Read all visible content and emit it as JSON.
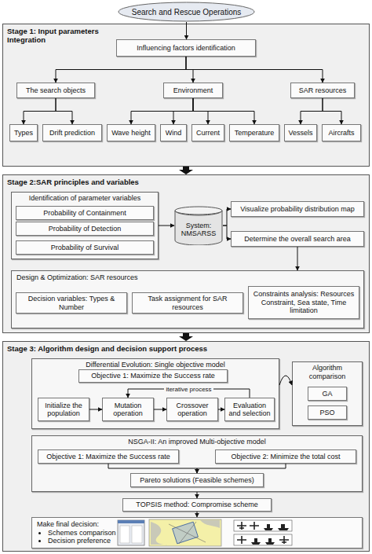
{
  "diagram": {
    "nodes": [
      {
        "text": [
          "Search and Rescue Operations"
        ]
      },
      {
        "text": [
          "Stage 1: Input parameters Integration"
        ]
      },
      {
        "text": [
          "Influencing factors identification"
        ],
        "in": 1
      },
      {
        "text": [
          "The search objects"
        ],
        "in": 1
      },
      {
        "text": [
          "Environment"
        ],
        "in": 1
      },
      {
        "text": [
          "SAR resources"
        ],
        "in": 1
      },
      {
        "text": [
          "Types"
        ],
        "in": 1
      },
      {
        "text": [
          "Drift prediction"
        ],
        "in": 1
      },
      {
        "text": [
          "Wave height"
        ],
        "in": 1
      },
      {
        "text": [
          "Wind"
        ],
        "in": 1
      },
      {
        "text": [
          "Current"
        ],
        "in": 1
      },
      {
        "text": [
          "Temperature"
        ],
        "in": 1
      },
      {
        "text": [
          "Vessels"
        ],
        "in": 1
      },
      {
        "text": [
          "Aircrafts"
        ],
        "in": 1
      },
      {
        "text": [
          "Stage 2:SAR principles and variables"
        ]
      },
      {
        "text": [
          "Identification of parameter variables"
        ],
        "in": 14
      },
      {
        "text": [
          "Probability of Containment"
        ],
        "in": 15
      },
      {
        "text": [
          "Probability of Detection"
        ],
        "in": 15
      },
      {
        "text": [
          "Probability of Survival"
        ],
        "in": 15
      },
      {
        "text": [
          "System: NMSARSS"
        ],
        "in": 14
      },
      {
        "text": [
          "Visualize probability distribution map"
        ],
        "in": 14
      },
      {
        "text": [
          "Determine the overall search area"
        ],
        "in": 14
      },
      {
        "text": [
          "Design & Optimization: SAR resources"
        ],
        "in": 14
      },
      {
        "text": [
          "Decision variables: Types & Number"
        ],
        "in": 22
      },
      {
        "text": [
          "Task assignment for SAR resources"
        ],
        "in": 22
      },
      {
        "text": [
          "Constraints analysis: Resources Constraint, Sea state, Time limitation"
        ],
        "in": 22
      },
      {
        "text": [
          "Stage 3: Algorithm design and decision support process"
        ]
      },
      {
        "text": [
          "Differential Evolution: Single objective model"
        ],
        "in": 26
      },
      {
        "text": [
          "Objective 1: Maximize the Success rate"
        ],
        "in": 27
      },
      {
        "text": [
          "Initialize the population"
        ],
        "in": 27
      },
      {
        "text": [
          "Mutation operation"
        ],
        "in": 27
      },
      {
        "text": [
          "Crossover operation"
        ],
        "in": 27
      },
      {
        "text": [
          "Evaluation and selection"
        ],
        "in": 27
      },
      {
        "text": [
          "Algorithm comparison"
        ],
        "in": 26
      },
      {
        "text": [
          "GA"
        ],
        "in": 33
      },
      {
        "text": [
          "PSO"
        ],
        "in": 33
      },
      {
        "text": [
          "NSGA-II: An improved Multi-objective model"
        ],
        "in": 26
      },
      {
        "text": [
          "Objective 1: Maximize the Success rate"
        ],
        "in": 36
      },
      {
        "text": [
          "Objective 2: Minimize the total cost"
        ],
        "in": 36
      },
      {
        "text": [
          "Pareto solutions (Feasible schemes)"
        ],
        "in": 36
      },
      {
        "text": [
          "TOPSIS method: Compromise scheme"
        ],
        "in": 26
      },
      {
        "text": [
          "Make final decision:",
          "Schemes comparison",
          "Decision preference"
        ],
        "in": 26
      }
    ],
    "edges": [
      {
        "from": 0,
        "to": 2,
        "arrow": "to"
      },
      {
        "from": 2,
        "to": 3,
        "arrow": "to"
      },
      {
        "from": 2,
        "to": 4,
        "arrow": "to"
      },
      {
        "from": 2,
        "to": 5,
        "arrow": "to"
      },
      {
        "from": 3,
        "to": 6,
        "arrow": "to"
      },
      {
        "from": 3,
        "to": 7,
        "arrow": "to"
      },
      {
        "from": 4,
        "to": 8,
        "arrow": "to"
      },
      {
        "from": 4,
        "to": 9,
        "arrow": "to"
      },
      {
        "from": 4,
        "to": 10,
        "arrow": "to"
      },
      {
        "from": 4,
        "to": 11,
        "arrow": "to"
      },
      {
        "from": 5,
        "to": 12,
        "arrow": "to"
      },
      {
        "from": 5,
        "to": 13,
        "arrow": "to"
      },
      {
        "from": 1,
        "to": 14,
        "arrow": "to"
      },
      {
        "from": 14,
        "to": 26,
        "arrow": "to"
      },
      {
        "from": 15,
        "to": 19,
        "arrow": "to"
      },
      {
        "from": 19,
        "to": 20,
        "arrow": "to"
      },
      {
        "from": 19,
        "to": 21,
        "arrow": "to"
      },
      {
        "from": 21,
        "to": 22,
        "arrow": "to"
      },
      {
        "from": 29,
        "to": 30,
        "arrow": "to"
      },
      {
        "from": 30,
        "to": 31,
        "arrow": "to"
      },
      {
        "from": 31,
        "to": 32,
        "arrow": "to"
      },
      {
        "from": 32,
        "to": 30,
        "label": "iterative process",
        "arrow": "to"
      },
      {
        "from": 27,
        "to": 33,
        "arrow": "to"
      },
      {
        "from": 37,
        "to": 39,
        "arrow": "to"
      },
      {
        "from": 38,
        "to": 39,
        "arrow": "to"
      },
      {
        "from": 36,
        "to": 40,
        "arrow": "to"
      },
      {
        "from": 40,
        "to": 41,
        "arrow": "to"
      }
    ]
  }
}
